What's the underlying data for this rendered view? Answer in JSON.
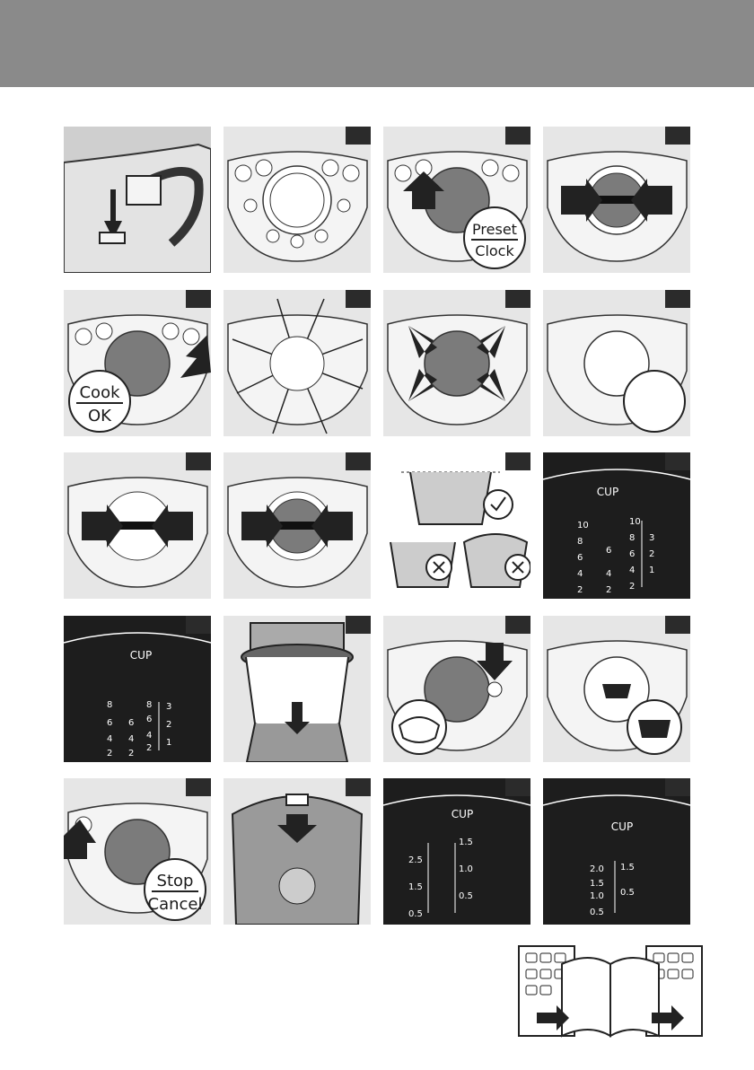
{
  "panels": {
    "preset_clock": {
      "top": "Preset",
      "bottom": "Clock"
    },
    "cook_ok": {
      "top": "Cook",
      "bottom": "OK"
    },
    "stop_cancel": {
      "top": "Stop",
      "bottom": "Cancel"
    }
  },
  "cup_scales": {
    "title": "CUP",
    "scale_a": {
      "left": [
        "10",
        "8",
        "6",
        "4",
        "2"
      ],
      "mid": [
        "6",
        "4",
        "2"
      ],
      "right_top": [
        "10",
        "8",
        "6",
        "4",
        "2"
      ],
      "right": [
        "3",
        "2",
        "1"
      ]
    },
    "scale_b": {
      "left": [
        "8",
        "6",
        "4",
        "2"
      ],
      "mid": [
        "6",
        "4",
        "2"
      ],
      "right_top": [
        "8",
        "6",
        "4",
        "2"
      ],
      "right": [
        "3",
        "2",
        "1"
      ]
    },
    "scale_c": {
      "left": [
        "2.5",
        "1.5",
        "0.5"
      ],
      "right": [
        "1.5",
        "1.0",
        "0.5"
      ]
    },
    "scale_d": {
      "left": [
        "2.0",
        "1.5",
        "1.0",
        "0.5"
      ],
      "right": [
        "1.5",
        "0.5"
      ]
    }
  }
}
